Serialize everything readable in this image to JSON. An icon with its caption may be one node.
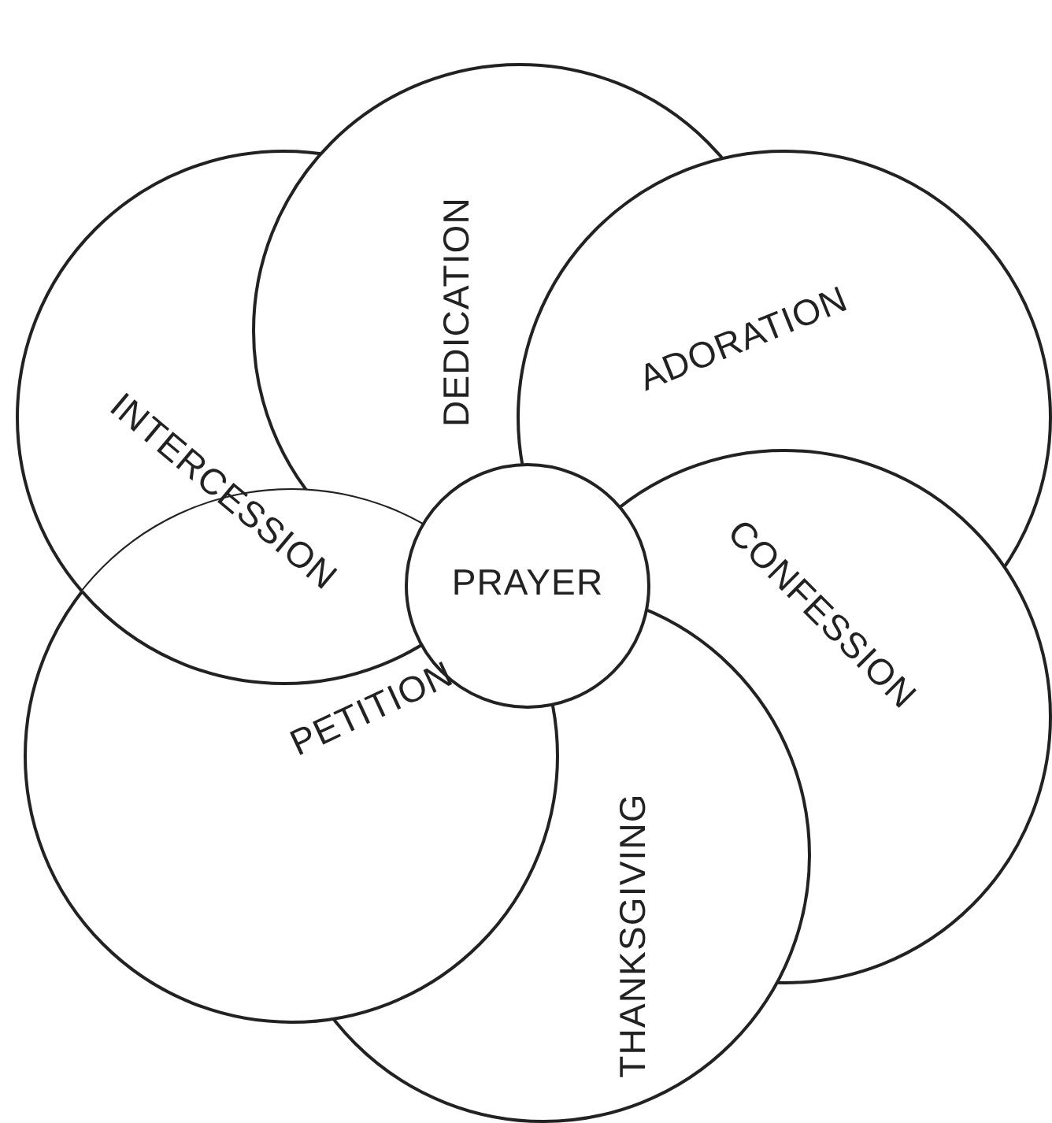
{
  "diagram": {
    "nodes": [
      {
        "text": [
          "PRAYER"
        ]
      },
      {
        "text": [
          "INTERCESSION"
        ]
      },
      {
        "text": [
          "DEDICATION"
        ]
      },
      {
        "text": [
          "ADORATION"
        ]
      },
      {
        "text": [
          "CONFESSION"
        ]
      },
      {
        "text": [
          "THANKSGIVING"
        ]
      },
      {
        "text": [
          "PETITION"
        ]
      }
    ]
  }
}
